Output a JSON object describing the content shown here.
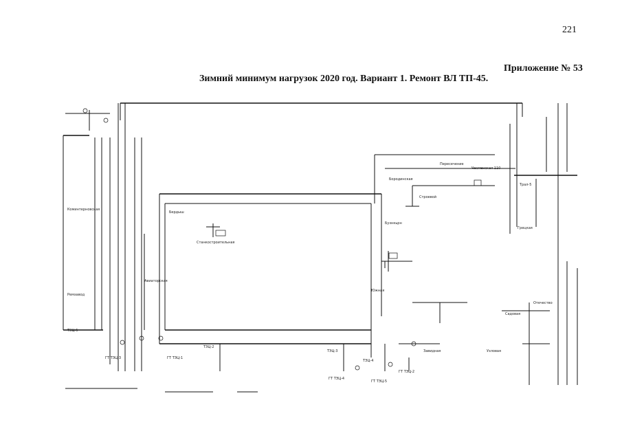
{
  "page_number": "221",
  "appendix": "Приложение № 53",
  "title": "Зимний минимум нагрузок 2020 год. Вариант 1. Ремонт ВЛ ТП-45.",
  "diagram_labels": [
    "Бердыш",
    "Бородинская",
    "Бузнкьрн",
    "Чесменская 110",
    "Пересечение",
    "Строевой",
    "Грецкая",
    "Трал-5",
    "ГТ ТЭЦ-3",
    "ГТ ТЭЦ-1",
    "ГТ ТЭЦ-4",
    "ГТ ТЭЦ-2",
    "ГТ ТЭЦ-5",
    "ТЭЦ-5",
    "ТЭЦ-3",
    "ТЭЦ-4",
    "ТЭЦ-2",
    "Авиаторская",
    "Завидная",
    "Узловая",
    "Отечество",
    "Садовая",
    "Южная",
    "Коминтерновская",
    "Станкостроительная",
    "Ремзавод"
  ]
}
